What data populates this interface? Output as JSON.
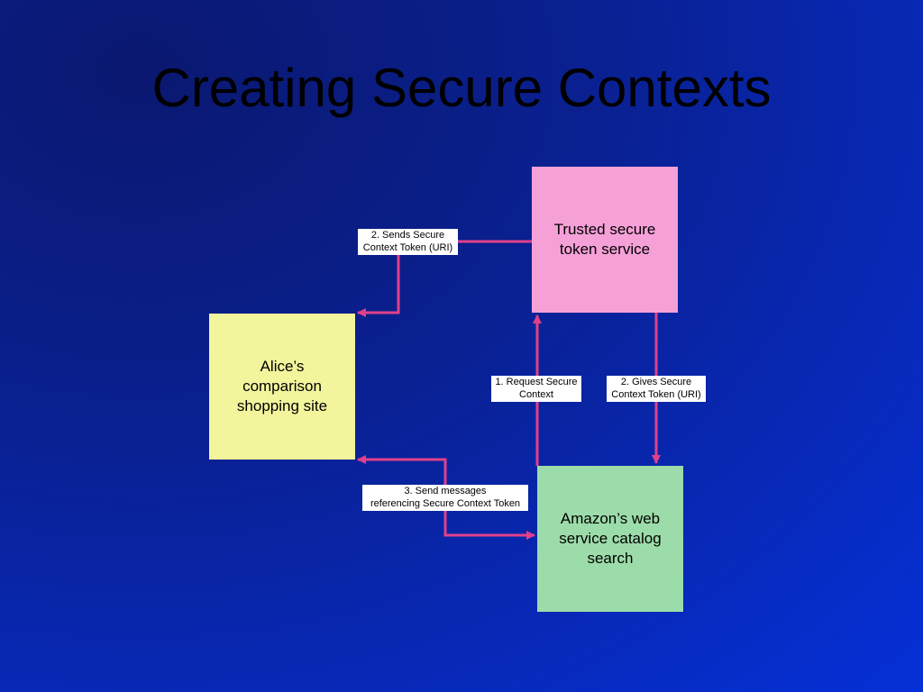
{
  "title": "Creating Secure Contexts",
  "nodes": {
    "trusted": "Trusted secure\ntoken service",
    "alice": "Alice’s\ncomparison\nshopping site",
    "amazon": "Amazon’s web\nservice catalog\nsearch"
  },
  "edges": {
    "sends": "2. Sends Secure\nContext Token (URI)",
    "request": "1. Request Secure\nContext",
    "gives": "2. Gives Secure\nContext Token (URI)",
    "messages": "3. Send messages\nreferencing Secure Context Token"
  },
  "colors": {
    "arrow": "#e0408a",
    "trusted_fill": "#f6a0d8",
    "alice_fill": "#f2f59c",
    "amazon_fill": "#9cdcaa"
  }
}
